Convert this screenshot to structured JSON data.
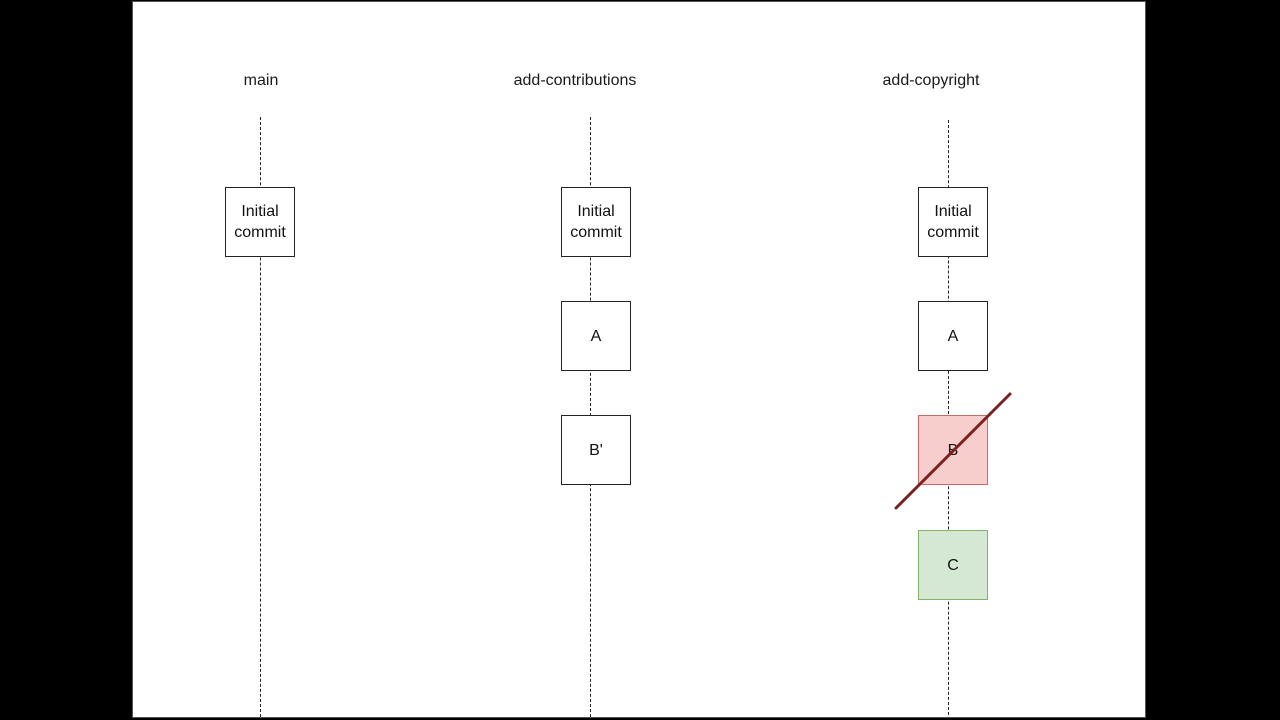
{
  "branches": [
    {
      "title": "main",
      "commits": [
        {
          "label": "Initial\ncommit",
          "state": "normal"
        }
      ]
    },
    {
      "title": "add-contributions",
      "commits": [
        {
          "label": "Initial\ncommit",
          "state": "normal"
        },
        {
          "label": "A",
          "state": "normal"
        },
        {
          "label": "B'",
          "state": "normal"
        }
      ]
    },
    {
      "title": "add-copyright",
      "commits": [
        {
          "label": "Initial\ncommit",
          "state": "normal"
        },
        {
          "label": "A",
          "state": "normal"
        },
        {
          "label": "B",
          "state": "removed"
        },
        {
          "label": "C",
          "state": "added"
        }
      ]
    }
  ],
  "colors": {
    "removed_fill": "#f8cecc",
    "removed_border": "#c96b68",
    "strike_line": "#7a2020",
    "added_fill": "#d5e8d4",
    "added_border": "#82b366"
  }
}
